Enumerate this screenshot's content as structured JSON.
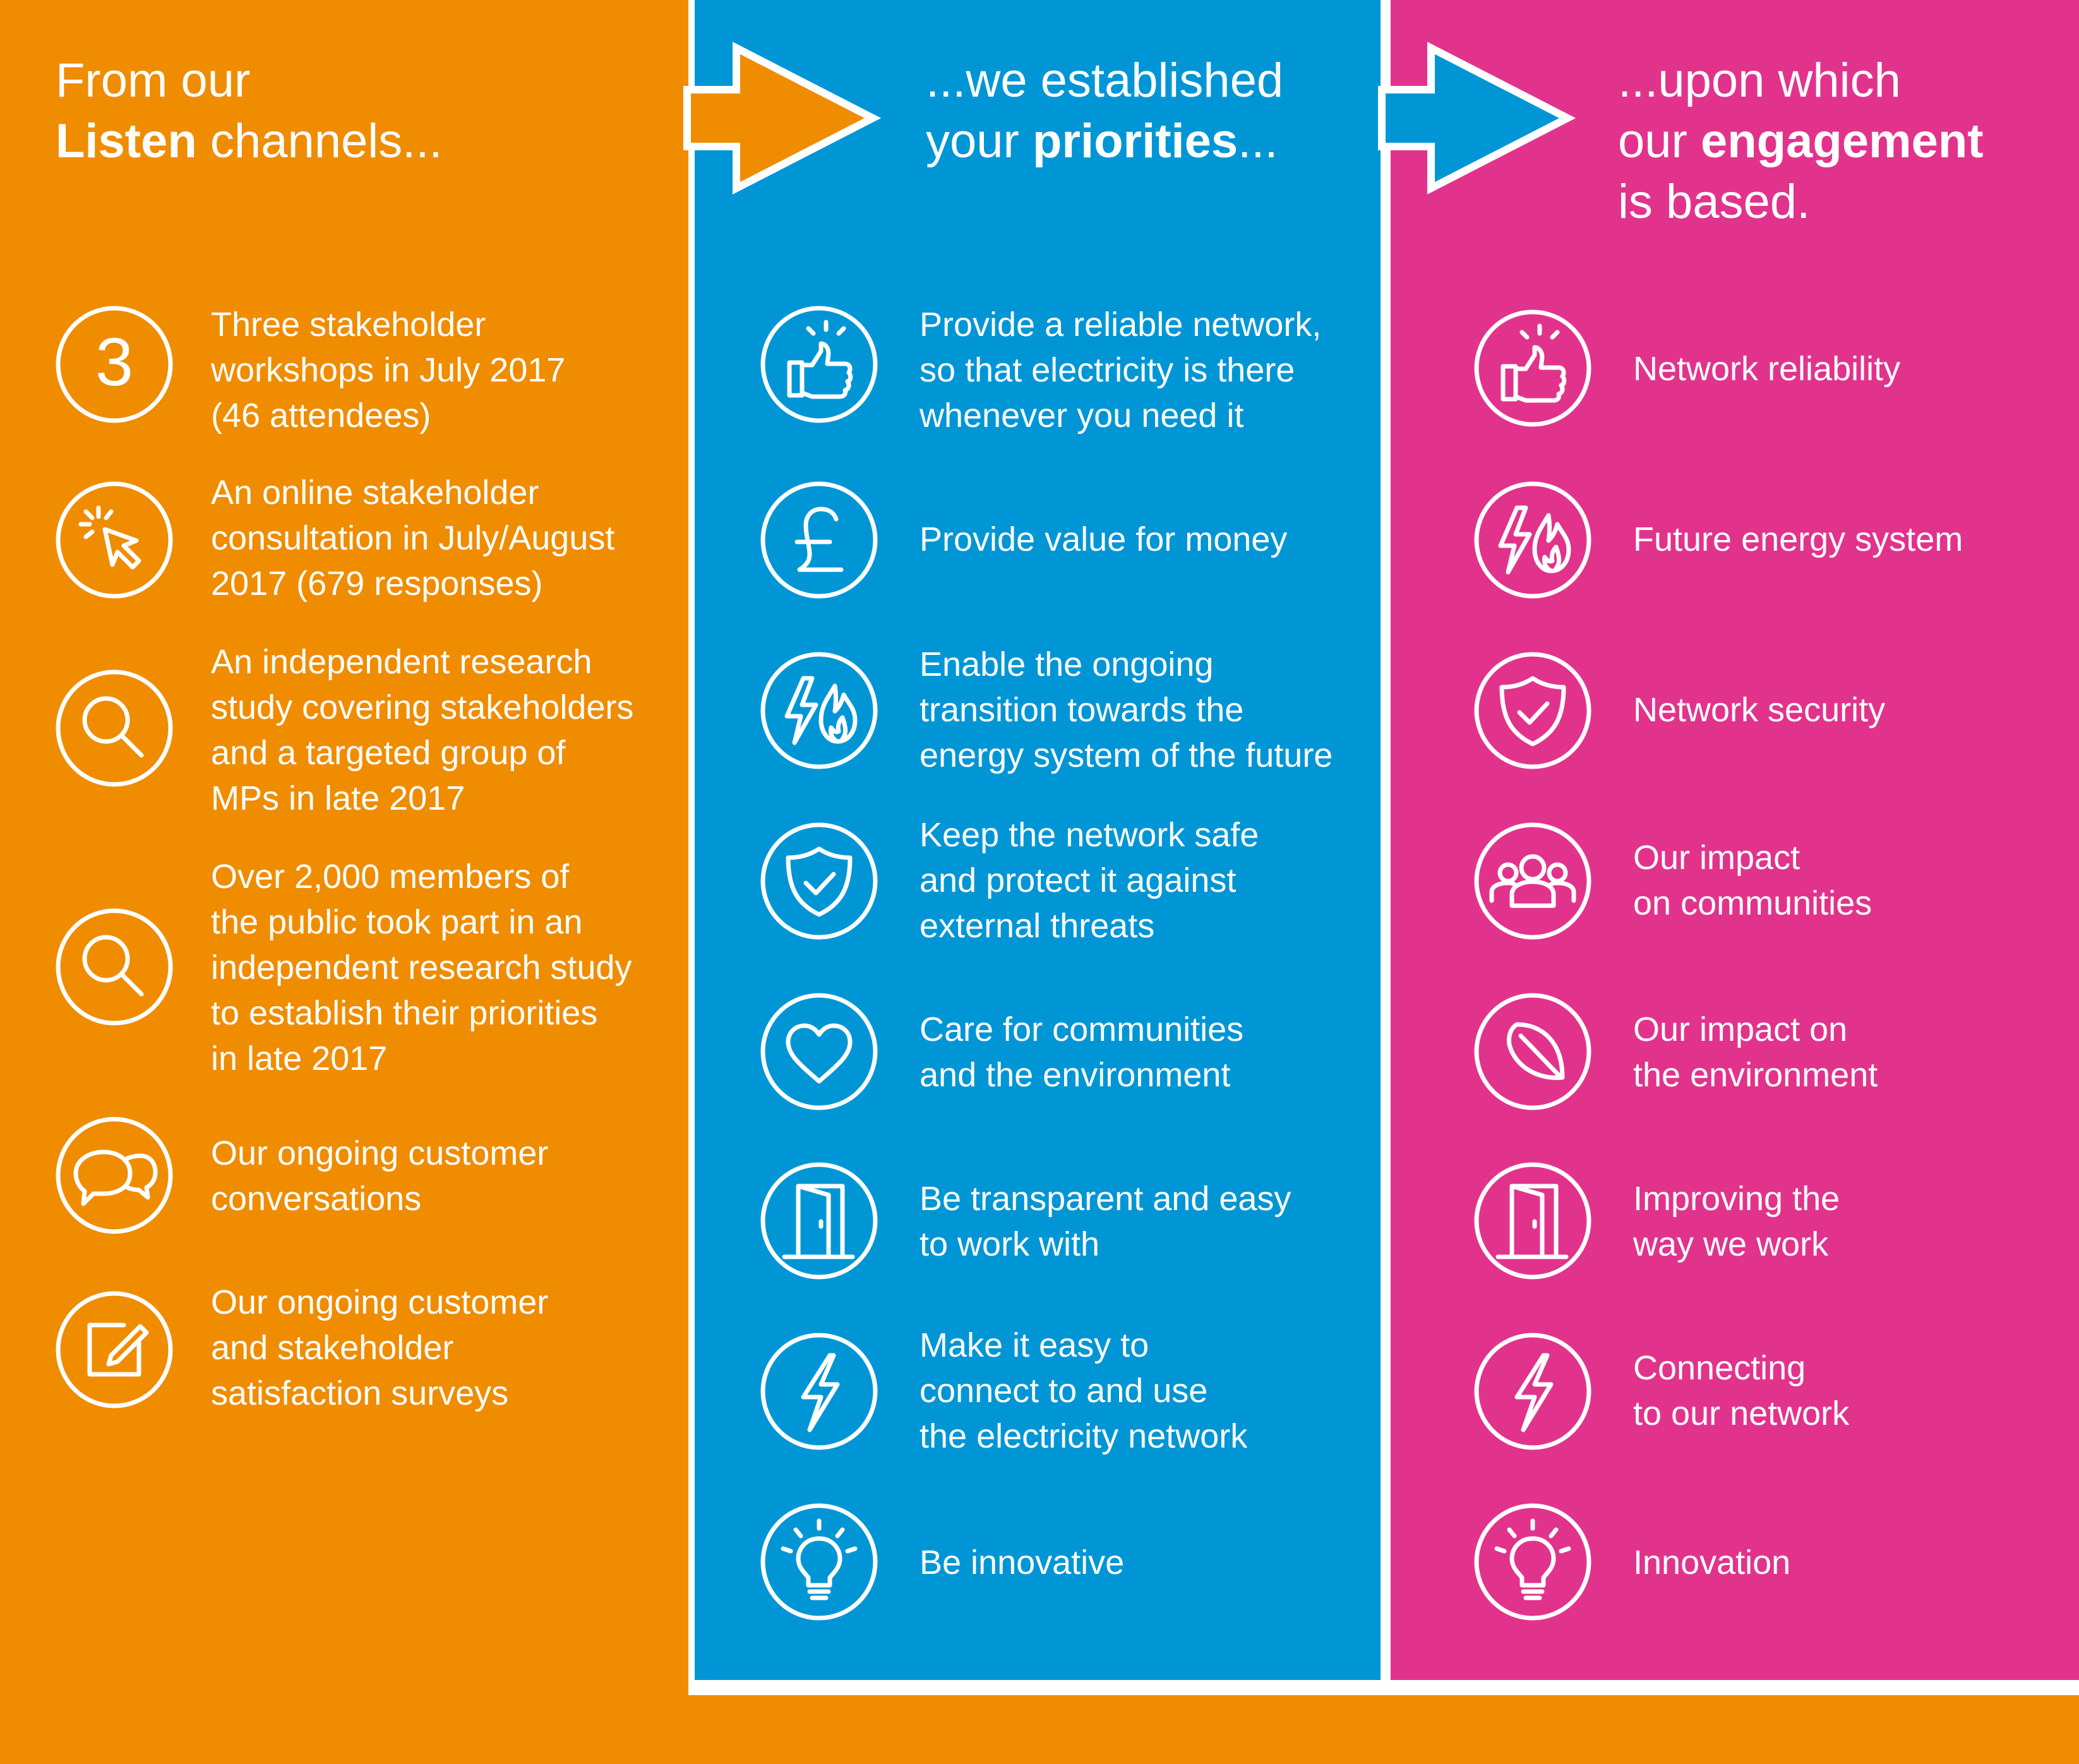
{
  "colors": {
    "orange": "#F08C00",
    "blue": "#0096D6",
    "pink": "#E2338C",
    "text": "#FFFFFF"
  },
  "columns": {
    "listen": {
      "title_line1": "From our",
      "title_bold": "Listen",
      "title_rest": " channels...",
      "items": [
        {
          "icon": "number-three-icon",
          "text": "Three stakeholder\nworkshops in July 2017\n(46 attendees)",
          "numeral": "3"
        },
        {
          "icon": "cursor-click-icon",
          "text": "An online stakeholder\nconsultation in July/August\n2017 (679 responses)"
        },
        {
          "icon": "magnifier-icon",
          "text": "An independent research\nstudy covering stakeholders\nand a targeted group of\nMPs in late 2017"
        },
        {
          "icon": "magnifier-icon",
          "text": "Over 2,000 members of\nthe public took part in an\nindependent research study\nto establish their priorities\nin late 2017"
        },
        {
          "icon": "speech-bubbles-icon",
          "text": "Our ongoing customer\nconversations"
        },
        {
          "icon": "edit-document-icon",
          "text": "Our ongoing customer\nand stakeholder\nsatisfaction surveys"
        }
      ]
    },
    "priorities": {
      "title_line1": "...we established",
      "title_line2_pre": "your ",
      "title_bold": "priorities",
      "title_rest": "...",
      "items": [
        {
          "icon": "thumbs-up-icon",
          "text": "Provide a reliable network,\nso that electricity is there\nwhenever you need it"
        },
        {
          "icon": "pound-sign-icon",
          "text": "Provide value for money"
        },
        {
          "icon": "bolt-flame-icon",
          "text": "Enable the ongoing\ntransition towards the\nenergy system of the future"
        },
        {
          "icon": "shield-check-icon",
          "text": "Keep the network safe\nand protect it against\nexternal threats"
        },
        {
          "icon": "heart-icon",
          "text": "Care for communities\nand the environment"
        },
        {
          "icon": "open-door-icon",
          "text": "Be transparent and easy\nto work with"
        },
        {
          "icon": "lightning-bolt-icon",
          "text": "Make it easy to\nconnect to and use\nthe electricity network"
        },
        {
          "icon": "lightbulb-icon",
          "text": "Be innovative"
        }
      ]
    },
    "engagement": {
      "title_line1": "...upon which",
      "title_line2_pre": "our ",
      "title_bold": "engagement",
      "title_line3": "is based.",
      "items": [
        {
          "icon": "thumbs-up-icon",
          "text": "Network reliability"
        },
        {
          "icon": "bolt-flame-icon",
          "text": "Future energy system"
        },
        {
          "icon": "shield-check-icon",
          "text": "Network security"
        },
        {
          "icon": "people-group-icon",
          "text": "Our impact\non communities"
        },
        {
          "icon": "leaf-icon",
          "text": "Our impact on\nthe environment"
        },
        {
          "icon": "open-door-icon",
          "text": "Improving the\nway we work"
        },
        {
          "icon": "lightning-bolt-icon",
          "text": "Connecting\nto our network"
        },
        {
          "icon": "lightbulb-icon",
          "text": "Innovation"
        }
      ]
    }
  }
}
